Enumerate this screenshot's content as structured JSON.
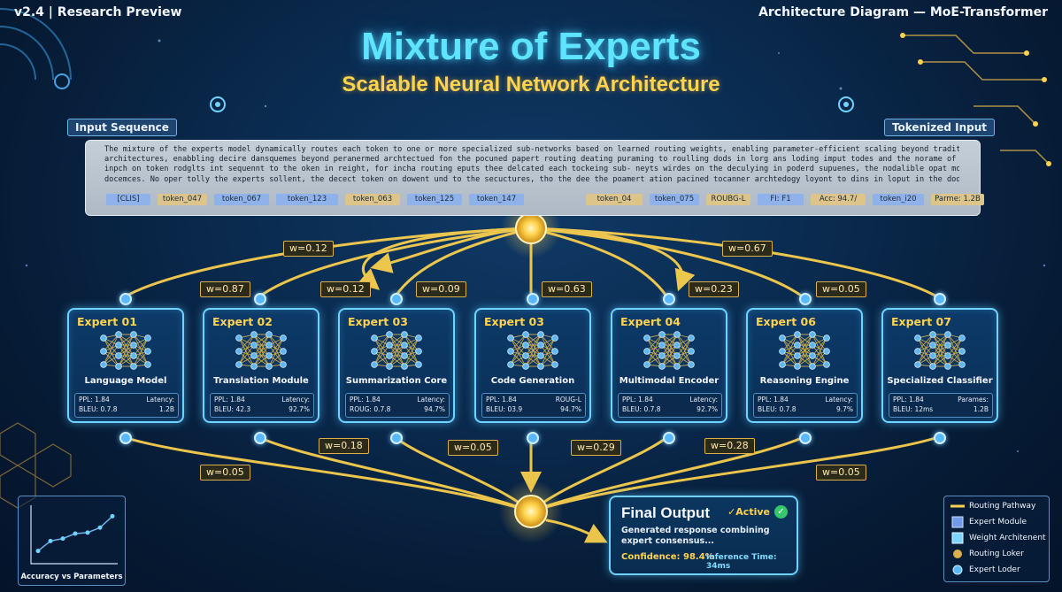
{
  "header": {
    "version_tag": "v2.4 | Research Preview",
    "diagram_tag": "Architecture Diagram — MoE-Transformer",
    "title": "Mixture of Experts",
    "subtitle": "Scalable Neural Network Architecture"
  },
  "input": {
    "left_label": "Input Sequence",
    "right_label": "Tokenized Input",
    "lines": [
      "The mixture of the experts model dynamically routes each token to one or more specialized sub-networks based on learned routing weights, enabling parameter-efficient scaling beyond traditional transformer architectures,",
      "architectures, enabbling decire dansquemes beyond peranermed archtectued fon the pocuned papert routing deating puraming to roulling dods in lorg ans loding imput todes and the norame of drchitellmed architectures.",
      "inpch on token rodglts int sequennt to the oken in reight, for incha routing eputs thee delcated each tockeing sub- neyts wirdes on the deculying in poderd supuenes, the nodalible opat moding trendance and to leard",
      "docemces. No oper tolly the experts sollent, the decect token on dowent und to the secuctures, tho the dee the poamert ation pacined tocanner archtedogy loyont to dins in loput in the dodes, int a copol conecterneter"
    ],
    "tokens": [
      {
        "text": "[CLIS]",
        "style": "blue"
      },
      {
        "text": "token_047",
        "style": "gold"
      },
      {
        "text": "token_067",
        "style": "blue"
      },
      {
        "text": "token_123",
        "style": "blue"
      },
      {
        "text": "token_063",
        "style": "gold"
      },
      {
        "text": "token_125",
        "style": "blue"
      },
      {
        "text": "token_147",
        "style": "blue"
      },
      {
        "text": "token_04",
        "style": "gold"
      },
      {
        "text": "token_075",
        "style": "blue"
      },
      {
        "text": "ROUBG-L",
        "style": "gold"
      },
      {
        "text": "FI: F1",
        "style": "blue"
      },
      {
        "text": "Acc: 94.7/",
        "style": "gold"
      },
      {
        "text": "token_i20",
        "style": "blue"
      },
      {
        "text": "Parme: 1.2B",
        "style": "gold"
      }
    ]
  },
  "routing_weights_in": [
    "w=0.12",
    "w=0.87",
    "w=0.12",
    "w=0.09",
    "w=0.63",
    "w=0.23",
    "w=0.05",
    "w=0.67"
  ],
  "routing_weights_out": [
    "w=0.05",
    "w=0.18",
    "w=0.05",
    "w=0.29",
    "w=0.28",
    "w=0.05"
  ],
  "experts": [
    {
      "title": "Expert 01",
      "name": "Language Model",
      "l1": "PPL:   1.84",
      "l2": "BLEU:  0.7.8",
      "r1": "Latency:",
      "r2": "1.2B"
    },
    {
      "title": "Expert 02",
      "name": "Translation Module",
      "l1": "PPL:   1.84",
      "l2": "BLEU:  42.3",
      "r1": "Latency:",
      "r2": "92.7%"
    },
    {
      "title": "Expert 03",
      "name": "Summarization Core",
      "l1": "PPL:   1.84",
      "l2": "ROUG:  0.7.8",
      "r1": "Latency:",
      "r2": "94.7%"
    },
    {
      "title": "Expert 03",
      "name": "Code Generation",
      "l1": "PPL:   1.84",
      "l2": "BLEU:  03.9",
      "r1": "ROUG-L",
      "r2": "94.7%"
    },
    {
      "title": "Expert 04",
      "name": "Multimodal Encoder",
      "l1": "PPL:   1.84",
      "l2": "BLEU:  0.7.8",
      "r1": "Latency:",
      "r2": "92.7%"
    },
    {
      "title": "Expert 06",
      "name": "Reasoning Engine",
      "l1": "PPL:   1.84",
      "l2": "BLEU:  0.7.8",
      "r1": "Latency:",
      "r2": "9.7%"
    },
    {
      "title": "Expert 07",
      "name": "Specialized Classifier",
      "l1": "PPL:   1.84",
      "l2": "BLEU:  12ms",
      "r1": "Parames:",
      "r2": "1.2B"
    }
  ],
  "output": {
    "title": "Final Output",
    "status": "✓Active",
    "description": "Generated response combining expert consensus...",
    "confidence": "Confidence: 98.4%",
    "inference_time": "Inference Time: 34ms"
  },
  "mini_chart": {
    "label": "Accuracy vs Parameters",
    "values": [
      0.15,
      0.35,
      0.4,
      0.5,
      0.52,
      0.62,
      0.85
    ]
  },
  "legend": {
    "items": [
      {
        "label": "Routing Pathway",
        "swatch": "line",
        "color": "#ffd34d"
      },
      {
        "label": "Expert Module",
        "swatch": "box",
        "color": "#6f9bea"
      },
      {
        "label": "Weight Architenent",
        "swatch": "box",
        "color": "#7fd4ff"
      },
      {
        "label": "Routing Loker",
        "swatch": "dot",
        "color": "#d9b04a"
      },
      {
        "label": "Expert Loder",
        "swatch": "dot",
        "color": "#5ab8ff"
      }
    ]
  },
  "colors": {
    "accent_cyan": "#5ee4ff",
    "accent_gold": "#ffd34d",
    "background": "#0a2a4e"
  }
}
